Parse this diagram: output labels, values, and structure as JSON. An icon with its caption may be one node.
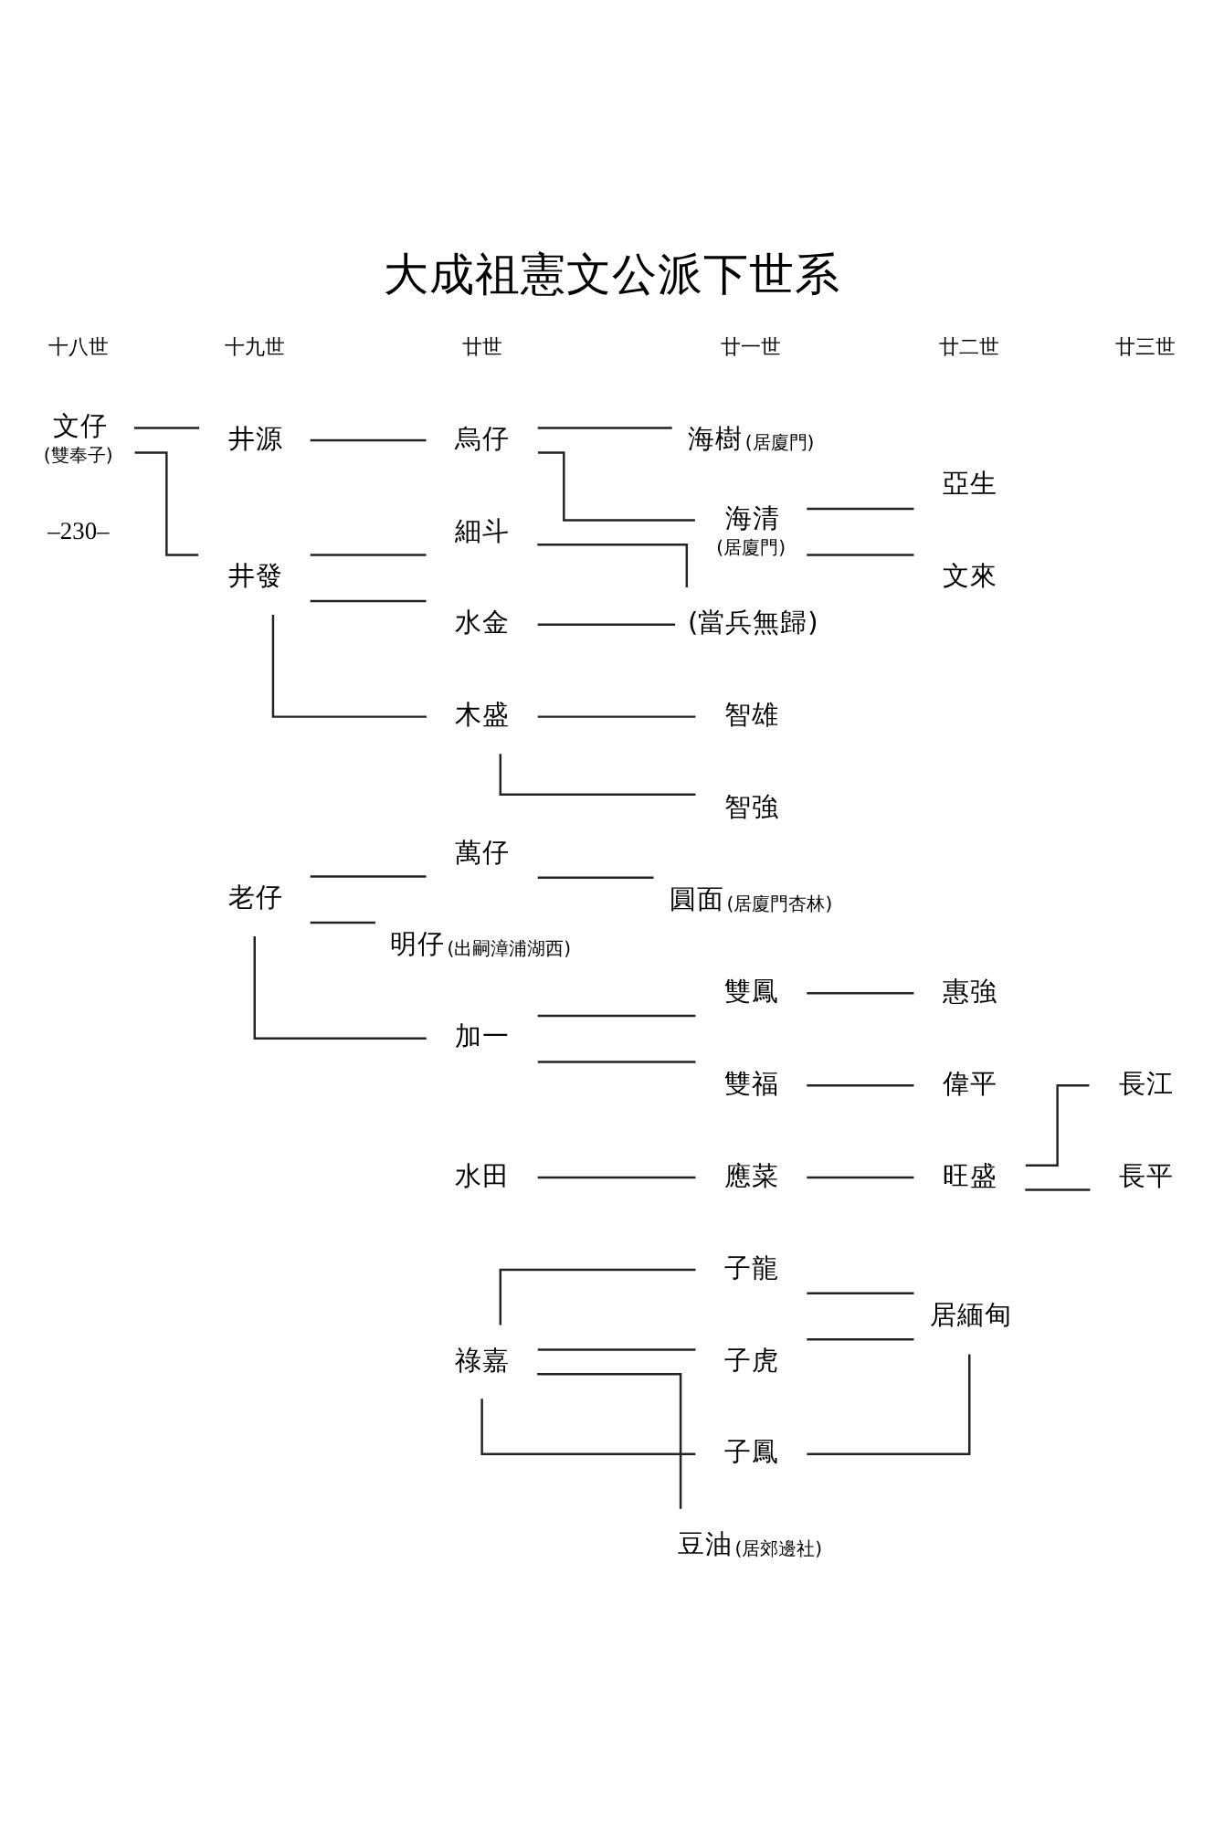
{
  "diagram": {
    "title": "大成祖憲文公派下世系",
    "nodes": [
      {
        "text": [
          "文仔"
        ],
        "beside": [
          "(雙奉子)"
        ]
      },
      {
        "text": [
          "井源"
        ]
      },
      {
        "text": [
          "烏仔"
        ]
      },
      {
        "text": [
          "海樹"
        ],
        "beside": [
          "(居廈門)"
        ]
      },
      {
        "text": [
          "海清"
        ],
        "beside": [
          "(居廈門)"
        ]
      },
      {
        "text": [
          "亞生"
        ]
      },
      {
        "text": [
          "文來"
        ]
      },
      {
        "text": [
          "井發"
        ]
      },
      {
        "text": [
          "細斗"
        ]
      },
      {
        "text": [
          "水金"
        ]
      },
      {
        "text": [
          "(當兵無歸)"
        ]
      },
      {
        "text": [
          "木盛"
        ]
      },
      {
        "text": [
          "智雄"
        ]
      },
      {
        "text": [
          "智強"
        ]
      },
      {
        "text": [
          "老仔"
        ]
      },
      {
        "text": [
          "萬仔"
        ]
      },
      {
        "text": [
          "圓面"
        ],
        "beside": [
          "(居廈門杏林)"
        ]
      },
      {
        "text": [
          "明仔"
        ],
        "beside": [
          "(出嗣漳浦湖西)"
        ]
      },
      {
        "text": [
          "加一"
        ]
      },
      {
        "text": [
          "雙鳳"
        ]
      },
      {
        "text": [
          "惠強"
        ]
      },
      {
        "text": [
          "雙福"
        ]
      },
      {
        "text": [
          "偉平"
        ]
      },
      {
        "text": [
          "水田"
        ]
      },
      {
        "text": [
          "應菜"
        ]
      },
      {
        "text": [
          "旺盛"
        ]
      },
      {
        "text": [
          "長江"
        ]
      },
      {
        "text": [
          "長平"
        ]
      },
      {
        "text": [
          "祿嘉"
        ]
      },
      {
        "text": [
          "子龍"
        ]
      },
      {
        "text": [
          "子虎"
        ]
      },
      {
        "text": [
          "子鳳"
        ]
      },
      {
        "text": [
          "居緬甸"
        ]
      },
      {
        "text": [
          "豆油"
        ],
        "beside": [
          "(居郊邊社)"
        ]
      }
    ],
    "edges": [
      {
        "from": 0,
        "to": 1,
        "arrow": "none"
      },
      {
        "from": 0,
        "to": 7,
        "arrow": "none"
      },
      {
        "from": 1,
        "to": 2,
        "arrow": "none"
      },
      {
        "from": 2,
        "to": 3,
        "arrow": "none"
      },
      {
        "from": 2,
        "to": 4,
        "arrow": "none"
      },
      {
        "from": 4,
        "to": 5,
        "arrow": "none"
      },
      {
        "from": 4,
        "to": 6,
        "arrow": "none"
      },
      {
        "from": 7,
        "to": 8,
        "arrow": "none"
      },
      {
        "from": 7,
        "to": 9,
        "arrow": "none"
      },
      {
        "from": 7,
        "to": 11,
        "arrow": "none"
      },
      {
        "from": 8,
        "to": 10,
        "arrow": "none"
      },
      {
        "from": 9,
        "to": 10,
        "arrow": "none"
      },
      {
        "from": 11,
        "to": 12,
        "arrow": "none"
      },
      {
        "from": 11,
        "to": 13,
        "arrow": "none"
      },
      {
        "from": 14,
        "to": 15,
        "arrow": "none"
      },
      {
        "from": 14,
        "to": 17,
        "arrow": "none"
      },
      {
        "from": 14,
        "to": 18,
        "arrow": "none"
      },
      {
        "from": 15,
        "to": 16,
        "arrow": "none"
      },
      {
        "from": 18,
        "to": 19,
        "arrow": "none"
      },
      {
        "from": 18,
        "to": 21,
        "arrow": "none"
      },
      {
        "from": 19,
        "to": 20,
        "arrow": "none"
      },
      {
        "from": 21,
        "to": 22,
        "arrow": "none"
      },
      {
        "from": 23,
        "to": 24,
        "arrow": "none"
      },
      {
        "from": 24,
        "to": 25,
        "arrow": "none"
      },
      {
        "from": 25,
        "to": 26,
        "arrow": "none"
      },
      {
        "from": 25,
        "to": 27,
        "arrow": "none"
      },
      {
        "from": 28,
        "to": 29,
        "arrow": "none"
      },
      {
        "from": 28,
        "to": 30,
        "arrow": "none"
      },
      {
        "from": 28,
        "to": 31,
        "arrow": "none"
      },
      {
        "from": 28,
        "to": 33,
        "arrow": "none"
      },
      {
        "from": 29,
        "to": 32,
        "arrow": "none"
      },
      {
        "from": 30,
        "to": 32,
        "arrow": "none"
      },
      {
        "from": 31,
        "to": 32,
        "arrow": "none"
      }
    ],
    "labels": [
      "十八世",
      "十九世",
      "廿世",
      "廿一世",
      "廿二世",
      "廿三世",
      "–230–"
    ]
  }
}
